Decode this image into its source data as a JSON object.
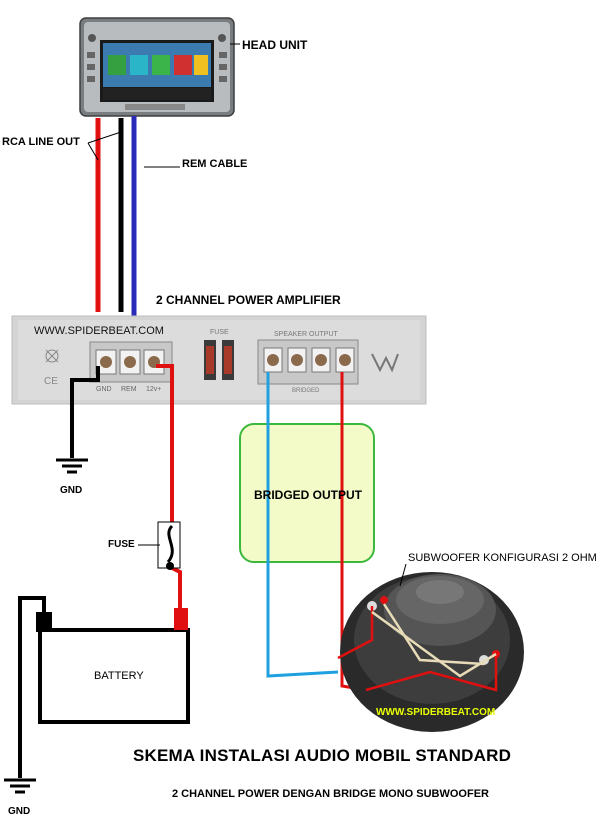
{
  "labels": {
    "head_unit": "HEAD UNIT",
    "rca_line_out": "RCA LINE OUT",
    "rem_cable": "REM CABLE",
    "amplifier": "2 CHANNEL POWER AMPLIFIER",
    "watermark_top": "WWW.SPIDERBEAT.COM",
    "fuse_amp": "FUSE",
    "speaker_output": "SPEAKER OUTPUT",
    "bridged_small": "BRIDGED",
    "term_gnd": "GND",
    "term_rem": "REM",
    "term_12v": "12v+",
    "gnd_1": "GND",
    "gnd_2": "GND",
    "bridged_output": "BRIDGED OUTPUT",
    "fuse_inline": "FUSE",
    "battery": "BATTERY",
    "subwoofer": "SUBWOOFER  KONFIGURASI 2 OHM",
    "watermark_bottom": "WWW.SPIDERBEAT.COM",
    "title": "SKEMA INSTALASI AUDIO MOBIL STANDARD",
    "subtitle": "2 CHANNEL POWER DENGAN BRIDGE MONO SUBWOOFER"
  },
  "colors": {
    "power_wire": "#e01010",
    "ground_wire": "#000000",
    "rem_wire": "#2a2ab8",
    "speaker_wire": "#1fa0e0",
    "bridged_fill": "#f3fbc8",
    "bridged_border": "#3cb83c",
    "amp_body": "#d4d4d4"
  }
}
